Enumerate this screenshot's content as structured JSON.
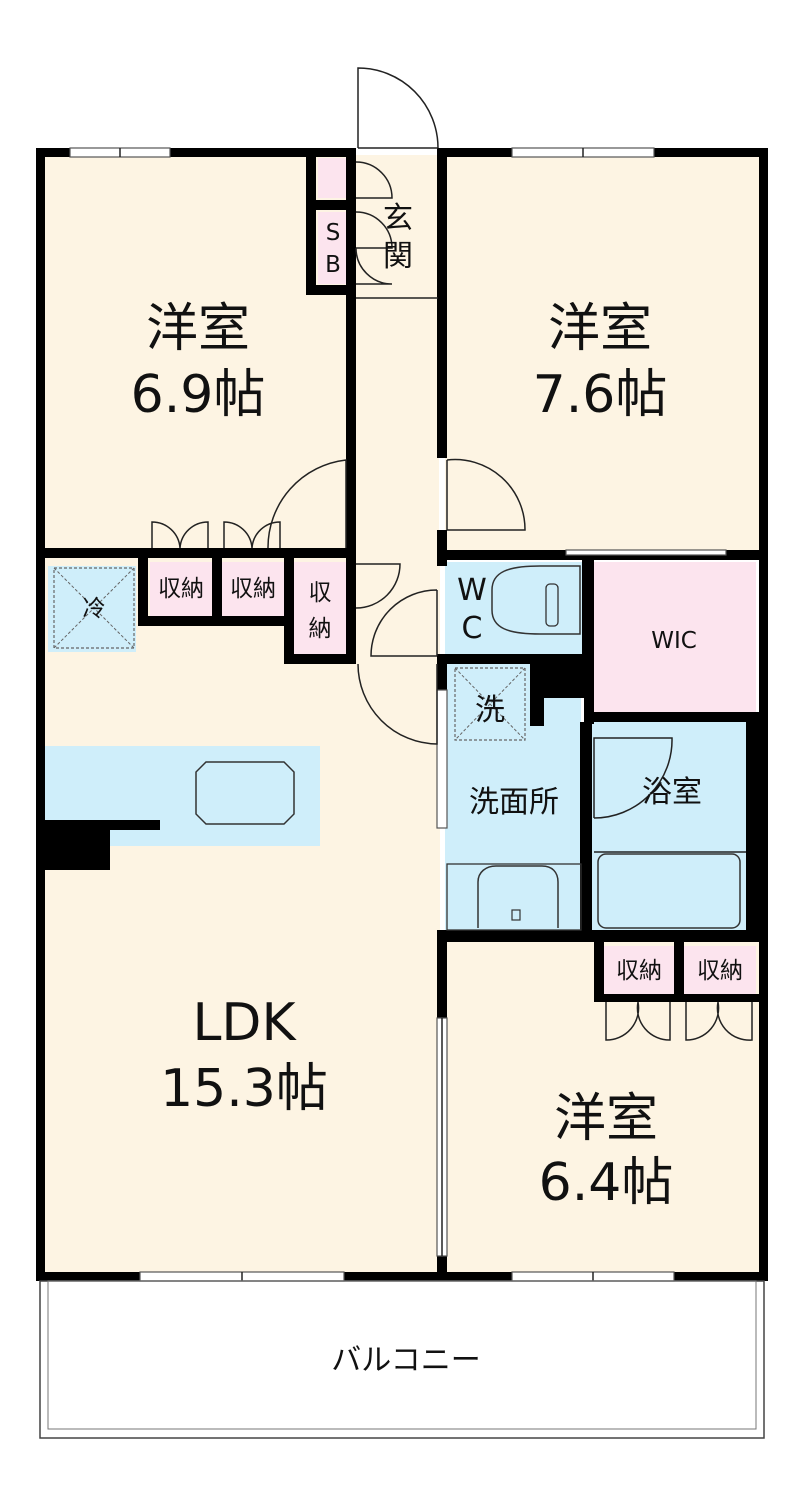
{
  "colors": {
    "floor": "#fdf4e3",
    "wet": "#cfeefa",
    "storage": "#fce4ee",
    "wall": "#000000",
    "line": "#222222"
  },
  "rooms": {
    "bedroom_nw": {
      "name": "洋室",
      "size": "6.9帖"
    },
    "bedroom_ne": {
      "name": "洋室",
      "size": "7.6帖"
    },
    "bedroom_se": {
      "name": "洋室",
      "size": "6.4帖"
    },
    "ldk": {
      "name": "LDK",
      "size": "15.3帖"
    },
    "entrance": {
      "chars": [
        "玄",
        "関"
      ]
    },
    "shoe_box": {
      "chars": [
        "S",
        "B"
      ]
    },
    "toilet": {
      "chars": [
        "W",
        "C"
      ]
    },
    "wic": "WIC",
    "washroom": "洗面所",
    "bathroom": "浴室",
    "balcony": "バルコニー"
  },
  "labels": {
    "storage": "収納",
    "storage_vertical": [
      "収",
      "納"
    ],
    "fridge": "冷",
    "washer": "洗"
  }
}
